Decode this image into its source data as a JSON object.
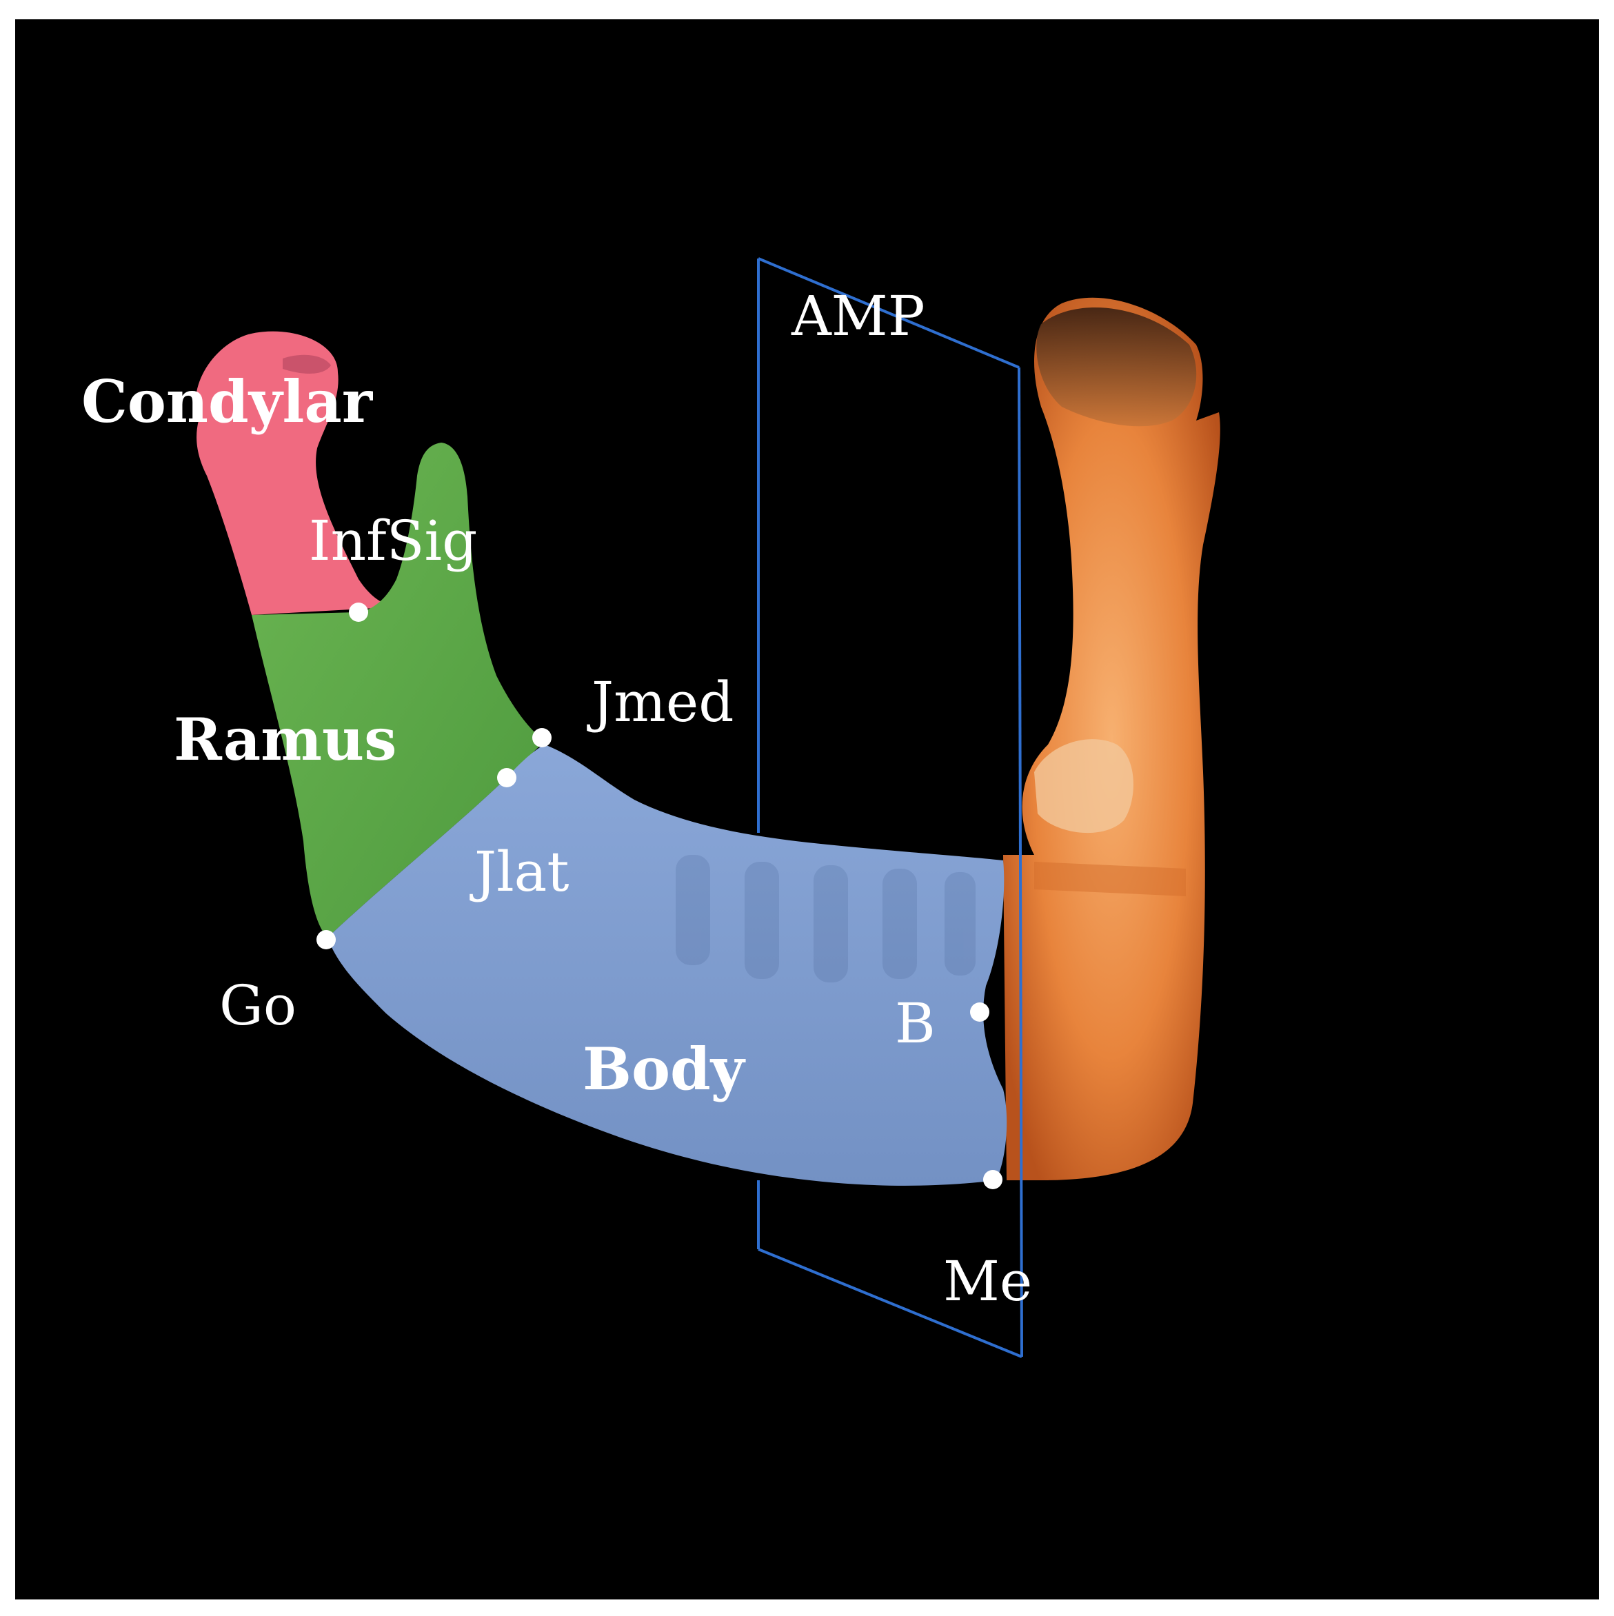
{
  "regions": {
    "condylar": {
      "label": "Condylar",
      "color": "#f06a80"
    },
    "ramus": {
      "label": "Ramus",
      "color": "#5ea84a"
    },
    "body": {
      "label": "Body",
      "color": "#7f9dcf"
    }
  },
  "landmarks": {
    "infsig": "InfSig",
    "jmed": "Jmed",
    "jlat": "Jlat",
    "go": "Go",
    "b": "B",
    "me": "Me"
  },
  "plane": {
    "label": "AMP",
    "color": "#2f6fd0"
  },
  "colors": {
    "background": "#000000",
    "contralateral_bone": "#e8843c",
    "landmark_dot": "#ffffff"
  }
}
